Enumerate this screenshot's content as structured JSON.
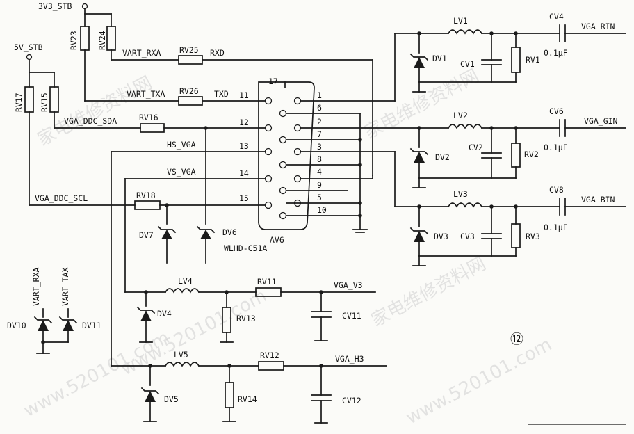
{
  "labels": {
    "v3v3_stb": "3V3_STB",
    "v5_stb": "5V_STB",
    "rv23": "RV23",
    "rv24": "RV24",
    "rv17": "RV17",
    "rv15": "RV15",
    "vart_rxa": "VART_RXA",
    "rv25": "RV25",
    "rxd": "RXD",
    "vart_txa": "VART_TXA",
    "rv26": "RV26",
    "txd": "TXD",
    "vga_ddc_sda": "VGA_DDC_SDA",
    "rv16": "RV16",
    "hs_vga": "HS_VGA",
    "vs_vga": "VS_VGA",
    "vga_ddc_scl": "VGA_DDC_SCL",
    "rv18": "RV18",
    "dv7": "DV7",
    "dv6": "DV6",
    "connector_part": "WLHD-C51A",
    "connector_ref": "AV6",
    "lv1": "LV1",
    "lv2": "LV2",
    "lv3": "LV3",
    "dv1": "DV1",
    "dv2": "DV2",
    "dv3": "DV3",
    "cv1": "CV1",
    "cv2": "CV2",
    "cv3": "CV3",
    "rv1": "RV1",
    "rv2": "RV2",
    "rv3": "RV3",
    "cv4": "CV4",
    "cv6": "CV6",
    "cv8": "CV8",
    "cap_value": "0.1μF",
    "vga_rin": "VGA_RIN",
    "vga_gin": "VGA_GIN",
    "vga_bin": "VGA_BIN",
    "lv4": "LV4",
    "lv5": "LV5",
    "rv11": "RV11",
    "rv12": "RV12",
    "vga_v3": "VGA_V3",
    "vga_h3": "VGA_H3",
    "dv4": "DV4",
    "dv5": "DV5",
    "rv13": "RV13",
    "rv14": "RV14",
    "cv11": "CV11",
    "cv12": "CV12",
    "dv10": "DV10",
    "dv11": "DV11",
    "vart_rxa_v": "VART_RXA",
    "vart_tax_v": "VART_TAX",
    "figure_number": "⑫"
  },
  "pins": {
    "p1": "1",
    "p2": "2",
    "p3": "3",
    "p4": "4",
    "p5": "5",
    "p6": "6",
    "p7": "7",
    "p8": "8",
    "p9": "9",
    "p10": "10",
    "p11": "11",
    "p12": "12",
    "p13": "13",
    "p14": "14",
    "p15": "15",
    "p17": "17"
  },
  "watermark": {
    "text_a": "www.520101.com",
    "text_b": "家电维修资料网"
  }
}
